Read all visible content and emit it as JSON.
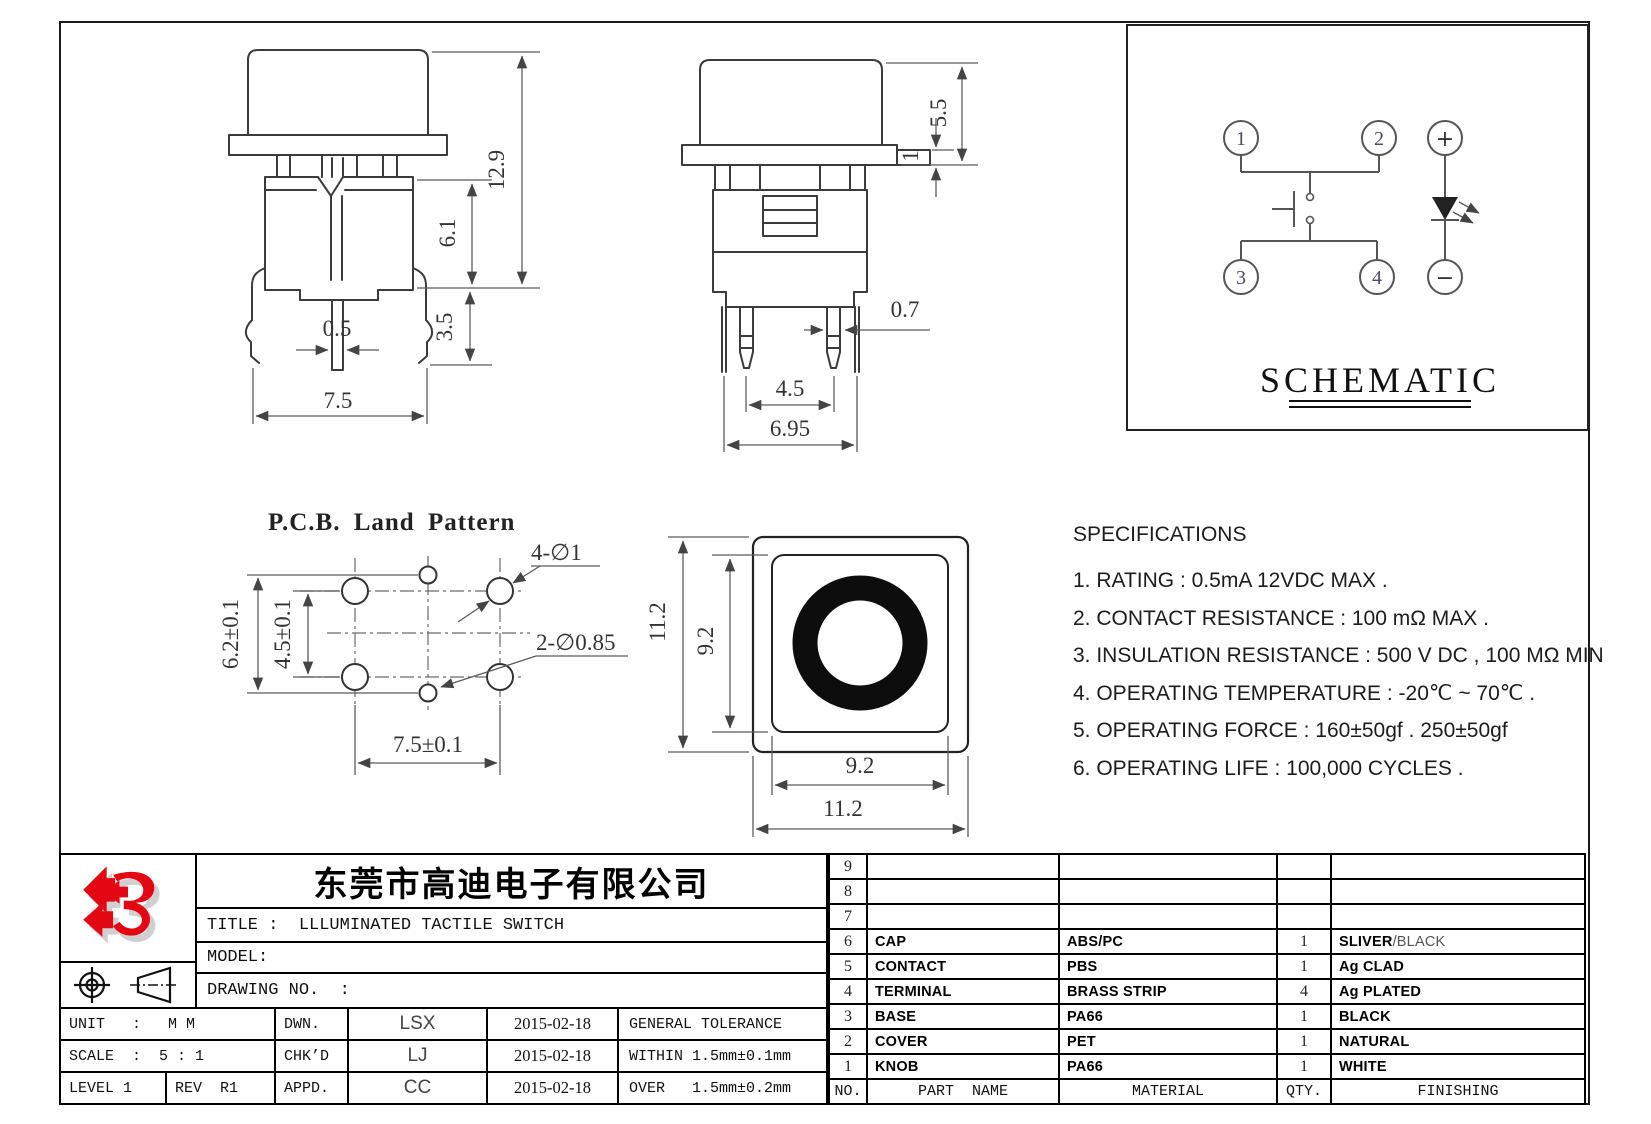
{
  "drawing": {
    "front_view": {
      "dim_total_height": "12.9",
      "dim_body_height": "6.1",
      "dim_clip_height": "3.5",
      "dim_pin_width": "0.5",
      "dim_body_width": "7.5"
    },
    "side_view": {
      "dim_cap_height": "5.5",
      "dim_flange_thickness": "1",
      "dim_pin_width": "0.7",
      "dim_pin_pitch": "4.5",
      "dim_outer_span": "6.95"
    },
    "schematic": {
      "title": "SCHEMATIC",
      "pin1": "1",
      "pin2": "2",
      "pin3": "3",
      "pin4": "4",
      "led_plus": "+",
      "led_minus": "−"
    },
    "pcb": {
      "title": "P.C.B. Land Pattern",
      "callout_large_holes": "4-∅1",
      "callout_small_holes": "2-∅0.85",
      "dim_outer_vertical": "6.2±0.1",
      "dim_inner_vertical": "4.5±0.1",
      "dim_horizontal": "7.5±0.1"
    },
    "top_view": {
      "dim_outer_height": "11.2",
      "dim_inner_height": "9.2",
      "dim_inner_width": "9.2",
      "dim_outer_width": "11.2"
    }
  },
  "specifications": {
    "title": "SPECIFICATIONS",
    "items": [
      "1. RATING : 0.5mA 12VDC MAX .",
      "2. CONTACT RESISTANCE : 100 mΩ MAX .",
      "3. INSULATION RESISTANCE : 500 V DC , 100 MΩ MIN",
      "4. OPERATING TEMPERATURE : -20℃ ~ 70℃ .",
      "5. OPERATING FORCE : 160±50gf . 250±50gf",
      "6. OPERATING LIFE : 100,000 CYCLES ."
    ]
  },
  "title_block": {
    "company": "东莞市高迪电子有限公司",
    "title": "TITLE :  LLLUMINATED TACTILE SWITCH",
    "model": "MODEL:",
    "drawing_no": "DRAWING NO.  :",
    "unit": "UNIT   :   M M",
    "scale": "SCALE  :  5 : 1",
    "level": "LEVEL 1",
    "rev": "REV  R1",
    "dwn_label": "DWN.",
    "dwn_name": "LSX",
    "dwn_date": "2015-02-18",
    "chkd_label": "CHK’D",
    "chkd_name": "LJ",
    "chkd_date": "2015-02-18",
    "appd_label": "APPD.",
    "appd_name": "CC",
    "appd_date": "2015-02-18",
    "tol_title": "GENERAL TOLERANCE",
    "tol_within": "WITHIN 1.5mm±0.1mm",
    "tol_over": "OVER   1.5mm±0.2mm"
  },
  "parts_table": {
    "headers": {
      "no": "NO.",
      "part": "PART  NAME",
      "material": "MATERIAL",
      "qty": "QTY.",
      "finishing": "FINISHING"
    },
    "rows": [
      {
        "no": "9",
        "part": "",
        "material": "",
        "qty": "",
        "finish": "",
        "finish_alt": ""
      },
      {
        "no": "8",
        "part": "",
        "material": "",
        "qty": "",
        "finish": "",
        "finish_alt": ""
      },
      {
        "no": "7",
        "part": "",
        "material": "",
        "qty": "",
        "finish": "",
        "finish_alt": ""
      },
      {
        "no": "6",
        "part": "CAP",
        "material": "ABS/PC",
        "qty": "1",
        "finish": "SLIVER",
        "finish_alt": " /BLACK"
      },
      {
        "no": "5",
        "part": "CONTACT",
        "material": "PBS",
        "qty": "1",
        "finish": "Ag CLAD",
        "finish_alt": ""
      },
      {
        "no": "4",
        "part": "TERMINAL",
        "material": "BRASS STRIP",
        "qty": "4",
        "finish": "Ag PLATED",
        "finish_alt": ""
      },
      {
        "no": "3",
        "part": "BASE",
        "material": "PA66",
        "qty": "1",
        "finish": "BLACK",
        "finish_alt": ""
      },
      {
        "no": "2",
        "part": "COVER",
        "material": "PET",
        "qty": "1",
        "finish": "NATURAL",
        "finish_alt": ""
      },
      {
        "no": "1",
        "part": "KNOB",
        "material": "PA66",
        "qty": "1",
        "finish": "WHITE",
        "finish_alt": ""
      }
    ]
  }
}
